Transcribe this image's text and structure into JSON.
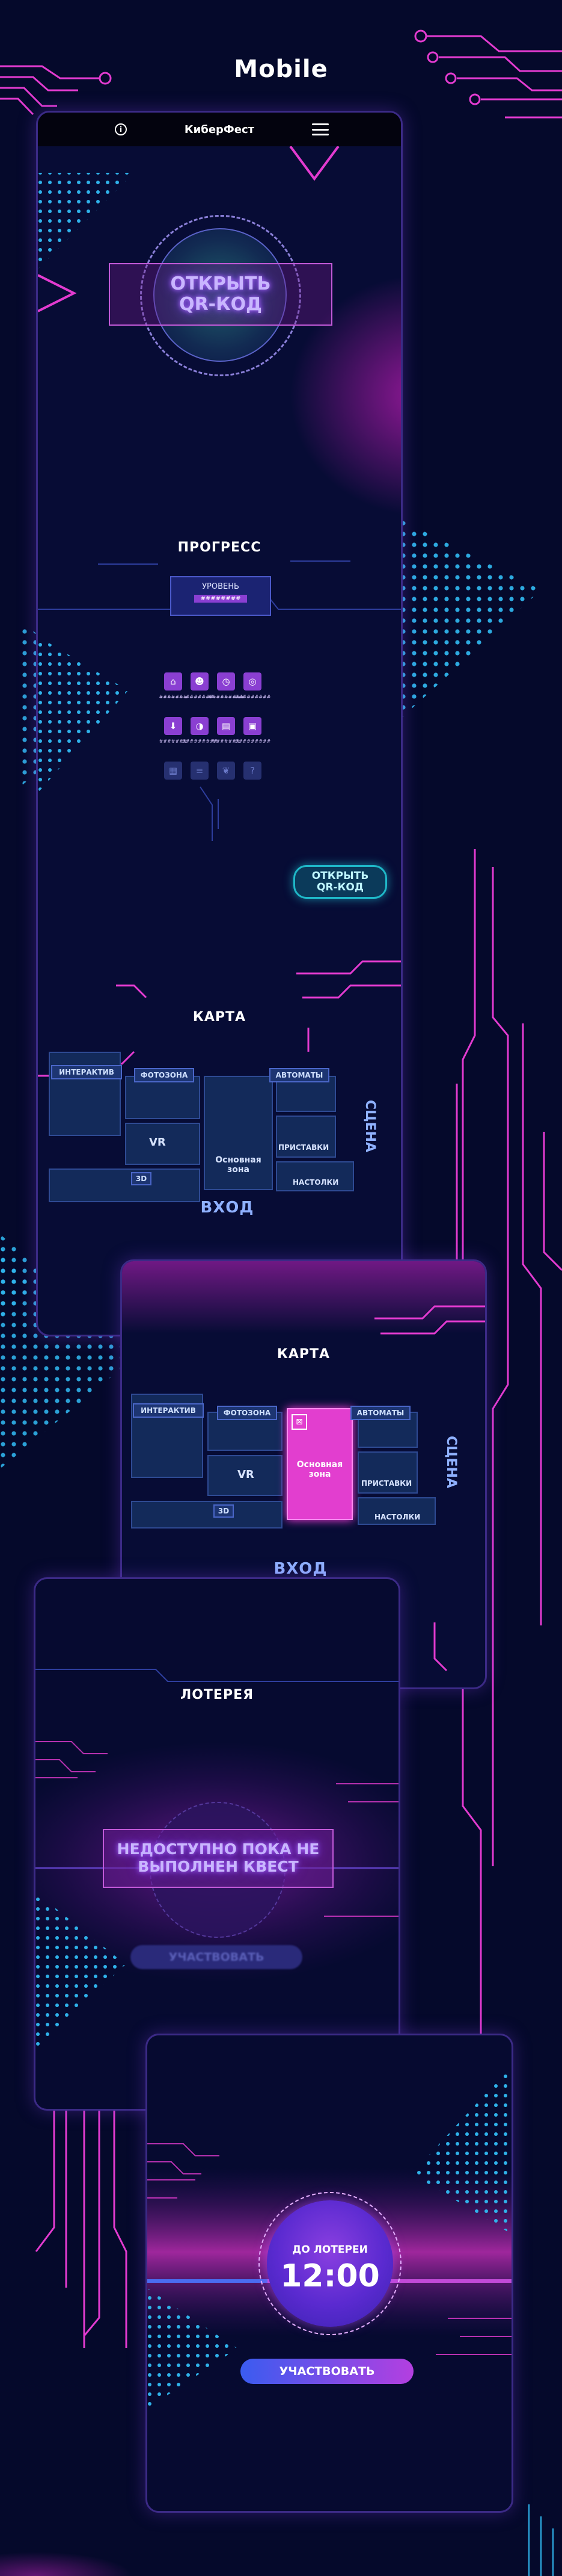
{
  "page_title": "Mobile",
  "appbar": {
    "title": "КиберФест"
  },
  "screen1": {
    "qr_title": "ОТКРЫТЬ\nQR-КОД",
    "progress_title": "ПРОГРЕСС",
    "level_label": "УРОВЕНЬ",
    "level_value": "########",
    "badges_row1": [
      {
        "icon": "⌂",
        "label": "#######"
      },
      {
        "icon": "☻",
        "label": "#######"
      },
      {
        "icon": "◷",
        "label": "#########"
      },
      {
        "icon": "◎",
        "label": "#########"
      }
    ],
    "badges_row2": [
      {
        "icon": "⬇",
        "label": "#######"
      },
      {
        "icon": "◑",
        "label": "#########"
      },
      {
        "icon": "▤",
        "label": "#######"
      },
      {
        "icon": "▣",
        "label": "#########"
      }
    ],
    "badges_row3": [
      {
        "icon": "▦"
      },
      {
        "icon": "≡"
      },
      {
        "icon": "❦"
      },
      {
        "icon": "?"
      }
    ],
    "qr_button": "ОТКРЫТЬ\nQR-КОД",
    "map_title": "КАРТА"
  },
  "map": {
    "interactive": "ИНТЕРАКТИВ",
    "photozone": "ФОТОЗОНА",
    "arcade": "АВТОМАТЫ",
    "vr": "VR",
    "main_zone": "Основная\nзона",
    "consoles": "ПРИСТАВКИ",
    "tabletop": "НАСТОЛКИ",
    "three_d": "3D",
    "stage": "СЦЕНА",
    "entry": "ВХОД"
  },
  "screen2": {
    "map_title": "КАРТА"
  },
  "screen3": {
    "title": "ЛОТЕРЕЯ",
    "unavailable": "НЕДОСТУПНО ПОКА НЕ\nВЫПОЛНЕН КВЕСТ",
    "participate": "УЧАСТВОВАТЬ"
  },
  "screen4": {
    "until_lottery": "ДО ЛОТЕРЕИ",
    "time": "12:00",
    "participate": "УЧАСТВОВАТЬ"
  },
  "colors": {
    "bg": "#05092b",
    "neon_pink": "#e33bd0",
    "neon_cyan": "#2fb2ea",
    "neon_violet": "#8a3fd2"
  }
}
